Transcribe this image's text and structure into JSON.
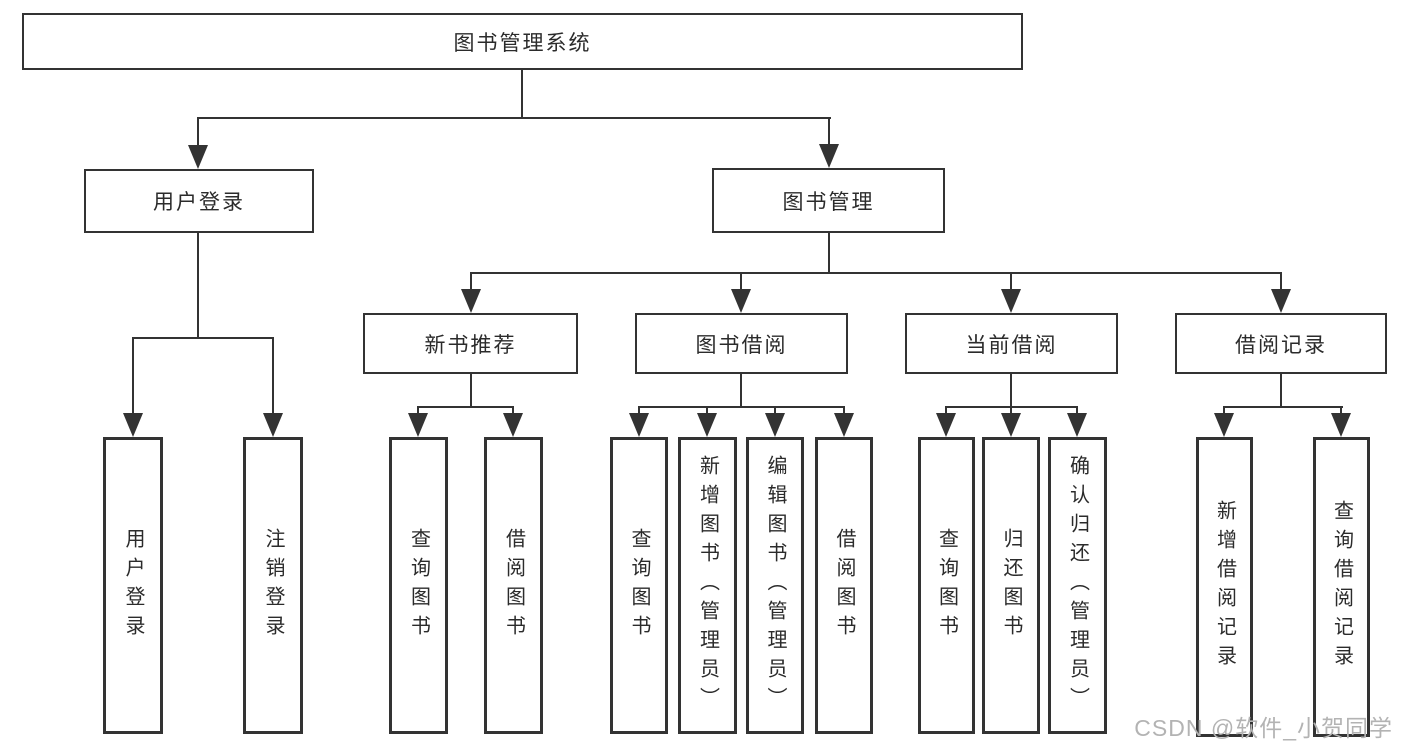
{
  "tree": {
    "label": "图书管理系统",
    "children": [
      {
        "label": "用户登录",
        "children": [
          {
            "label": "用户登录"
          },
          {
            "label": "注销登录"
          }
        ]
      },
      {
        "label": "图书管理",
        "children": [
          {
            "label": "新书推荐",
            "children": [
              {
                "label": "查询图书"
              },
              {
                "label": "借阅图书"
              }
            ]
          },
          {
            "label": "图书借阅",
            "children": [
              {
                "label": "查询图书"
              },
              {
                "label": "新增图书（管理员）"
              },
              {
                "label": "编辑图书（管理员）"
              },
              {
                "label": "借阅图书"
              }
            ]
          },
          {
            "label": "当前借阅",
            "children": [
              {
                "label": "查询图书"
              },
              {
                "label": "归还图书"
              },
              {
                "label": "确认归还（管理员）"
              }
            ]
          },
          {
            "label": "借阅记录",
            "children": [
              {
                "label": "新增借阅记录"
              },
              {
                "label": "查询借阅记录"
              }
            ]
          }
        ]
      }
    ]
  },
  "watermark": "CSDN @软件_小贺同学",
  "colors": {
    "line": "#333333",
    "text": "#2b2b2b",
    "background": "#ffffff",
    "watermark": "#b3b3b3"
  }
}
